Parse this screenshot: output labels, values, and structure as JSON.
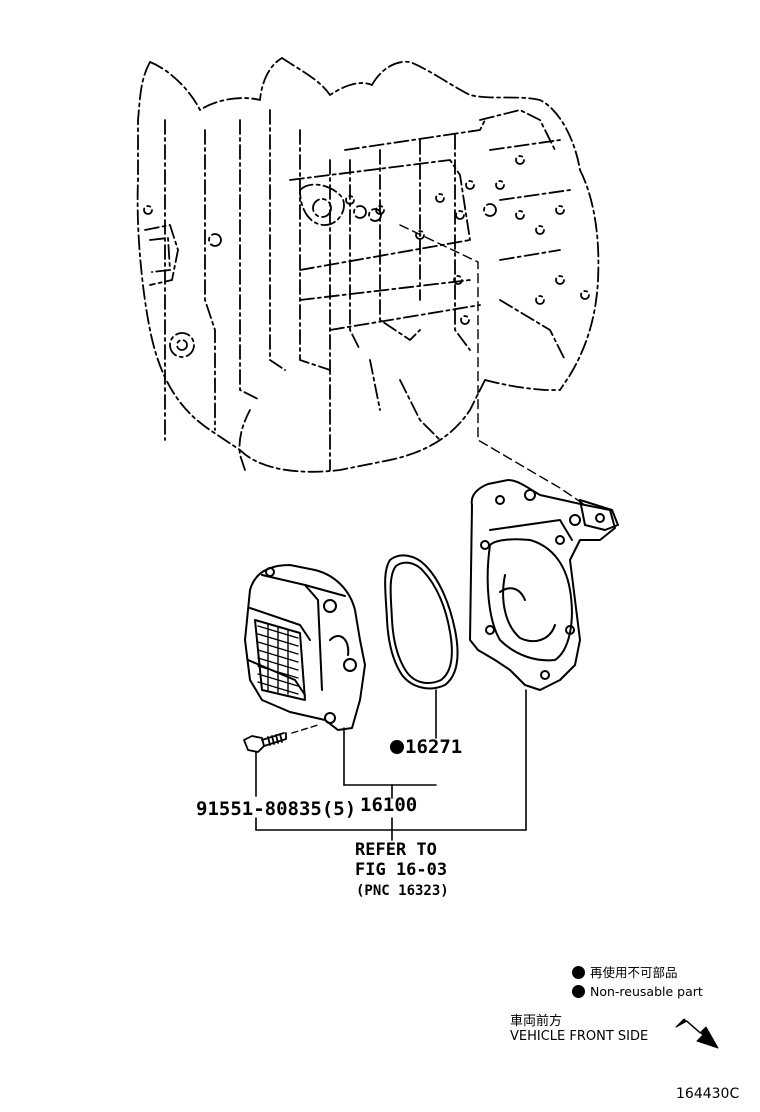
{
  "parts": {
    "gasket_number": "16271",
    "pump_number": "16100",
    "bolt_number": "91551-80835(5)"
  },
  "refer": {
    "line1": "REFER TO",
    "line2": "FIG 16-03",
    "line3": "(PNC 16323)"
  },
  "legend": {
    "non_reusable_jp": "再使用不可部品",
    "non_reusable_en": "Non-reusable part"
  },
  "vehicle_front": {
    "jp": "車両前方",
    "en": "VEHICLE FRONT SIDE"
  },
  "figure_code": "164430C"
}
